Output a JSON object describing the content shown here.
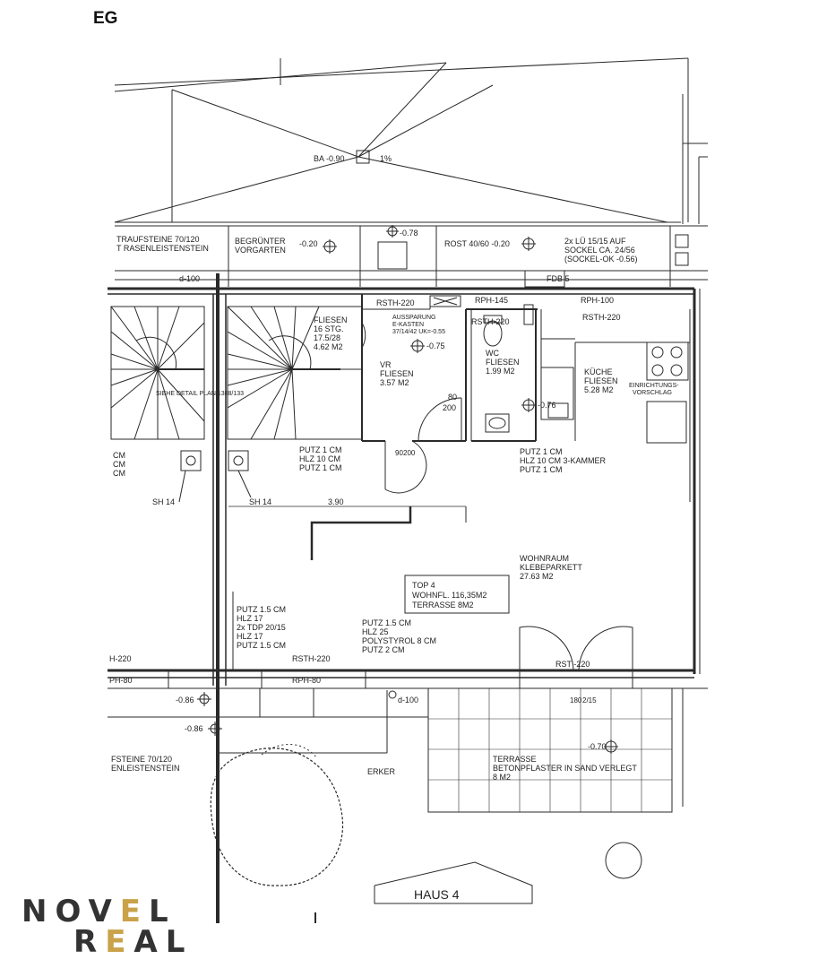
{
  "page": {
    "title": "EG"
  },
  "brand": {
    "line1_a": "NOV",
    "line1_accent": "E",
    "line1_b": "L",
    "line2_a": "R",
    "line2_accent": "E",
    "line2_b": "AL"
  },
  "plan": {
    "house_label": "HAUS 4",
    "unit_info": {
      "top": "TOP 4",
      "area": "WOHNFL. 116,35M2",
      "terrace": "TERRASSE 8M2"
    },
    "rooms": {
      "vr": [
        "VR",
        "FLIESEN",
        "3.57 M2"
      ],
      "wc": [
        "WC",
        "FLIESEN",
        "1.99 M2"
      ],
      "kitchen": [
        "KÜCHE",
        "FLIESEN",
        "5.28 M2"
      ],
      "living": [
        "WOHNRAUM",
        "KLEBEPARKETT",
        "27.63 M2"
      ],
      "stairs": [
        "FLIESEN",
        "16 STG.",
        "17.5/28",
        "4.62 M2"
      ],
      "terrace": [
        "TERRASSE",
        "BETONPFLASTER IN SAND VERLEGT",
        "8 M2"
      ]
    },
    "labels": {
      "ba": "BA -0.90",
      "ba_pct": "1%",
      "trauf_1": "TRAUFSTEINE 70/120",
      "trauf_2": "T RASENLEISTENSTEIN",
      "vorgarten_1": "BEGRÜNTER",
      "vorgarten_2": "VORGARTEN",
      "lvl_020": "-0.20",
      "lvl_078": "-0.78",
      "rost": "ROST 40/60 -0.20",
      "lu_1": "2x LÜ 15/15 AUF",
      "lu_2": "SOCKEL CA. 24/56",
      "lu_3": "(SOCKEL-OK -0.56)",
      "d100_top": "d-100",
      "fdb": "FDB 5",
      "rsth_220_a": "RSTH-220",
      "rph_145": "RPH-145",
      "rph_100": "RPH-100",
      "rsth_220_b": "RSTH-220",
      "rsth_220_c": "RSTH-220",
      "aussparung_1": "AUSSPARUNG",
      "aussparung_2": "E-KASTEN",
      "aussparung_3": "37/14/42 UK=-0.55",
      "lvl_075": "-0.75",
      "lvl_076": "-0.76",
      "door_80": "80",
      "door_200": "200",
      "door_90": "90",
      "door_200b": "200",
      "putz_1": "PUTZ 1 CM",
      "putz_2": "HLZ 10 CM",
      "putz_3": "PUTZ 1 CM",
      "putz_4": "PUTZ 1 CM",
      "putz_5": "HLZ 10 CM 3-KAMMER",
      "putz_6": "PUTZ 1 CM",
      "einrichtung_1": "EINRICHTUNGS-",
      "einrichtung_2": "VORSCHLAG",
      "detail": "SIEHE DETAIL PLAN 1388/133",
      "sh14_a": "SH 14",
      "sh14_b": "SH 14",
      "dim_390": "3.90",
      "wall_1": "PUTZ 1.5 CM",
      "wall_2": "HLZ 17",
      "wall_3": "2x TDP 20/15",
      "wall_4": "HLZ 17",
      "wall_5": "PUTZ 1.5 CM",
      "ext_1": "PUTZ 1.5 CM",
      "ext_2": "HLZ 25",
      "ext_3": "POLYSTYROL 8 CM",
      "ext_4": "PUTZ 2 CM",
      "rsth_bottom": "RSTH-220",
      "rph_80": "RPH-80",
      "rst_220": "RST -220",
      "rsth_left": "H-220",
      "rph_left": "PH-80",
      "lvl_086a": "-0.86",
      "lvl_086b": "-0.86",
      "d100_bottom": "d-100",
      "lvl_070": "-0.70",
      "erker": "ERKER",
      "cm_1": "CM",
      "cm_2": "CM",
      "cm_3": "CM",
      "fsteine_1": "FSTEINE 70/120",
      "fsteine_2": "ENLEISTENSTEIN",
      "w180": "180",
      "w215": "2/15"
    }
  }
}
